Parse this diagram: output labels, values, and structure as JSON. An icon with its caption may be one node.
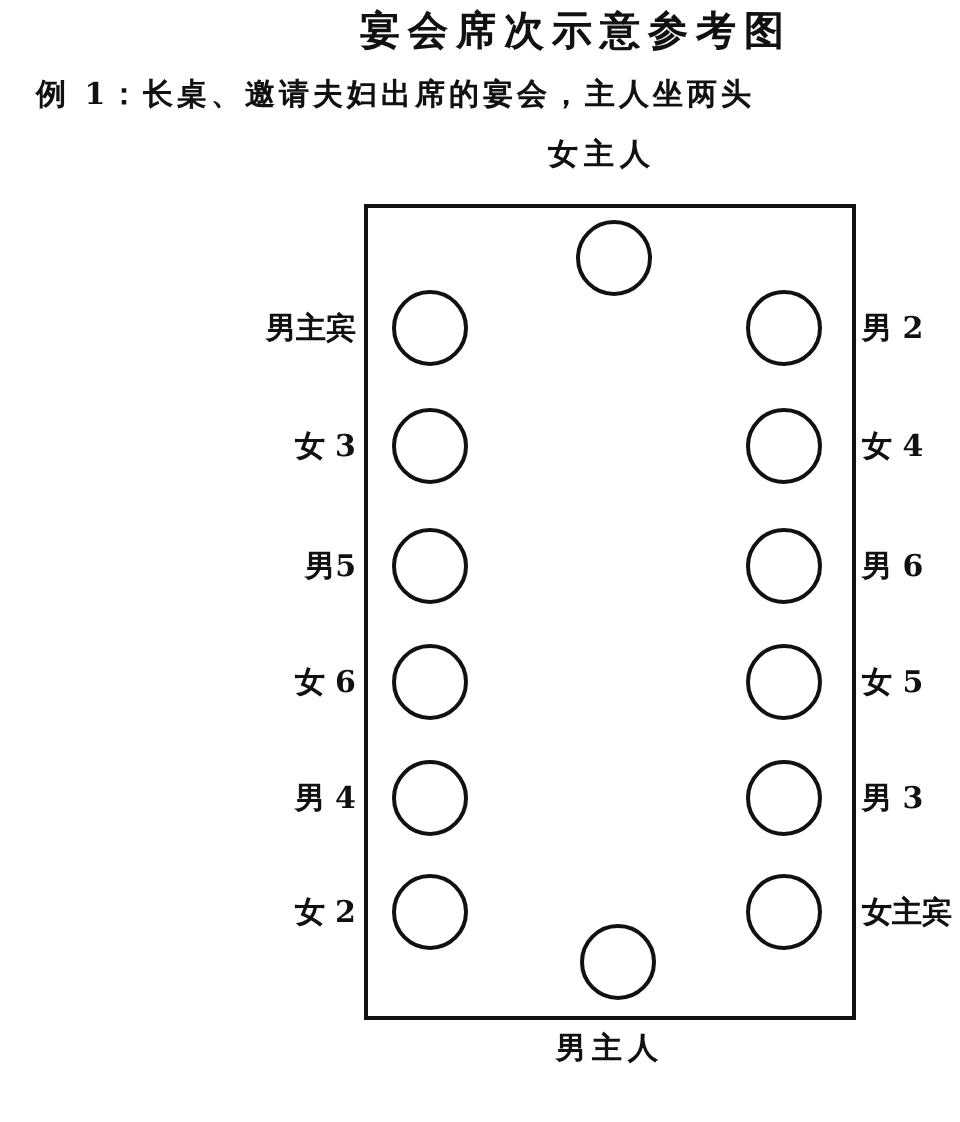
{
  "diagram": {
    "title": "宴会席次示意参考图",
    "nodes": [
      {
        "text": [],
        "shape": "box"
      },
      {
        "text": [],
        "shape": "circle",
        "in": 0,
        "beside": [
          "女主人"
        ]
      },
      {
        "text": [],
        "shape": "circle",
        "in": 0,
        "beside": [
          "男主宾"
        ]
      },
      {
        "text": [],
        "shape": "circle",
        "in": 0,
        "beside": [
          "男 2"
        ]
      },
      {
        "text": [],
        "shape": "circle",
        "in": 0,
        "beside": [
          "女 3"
        ]
      },
      {
        "text": [],
        "shape": "circle",
        "in": 0,
        "beside": [
          "女 4"
        ]
      },
      {
        "text": [],
        "shape": "circle",
        "in": 0,
        "beside": [
          "男5"
        ]
      },
      {
        "text": [],
        "shape": "circle",
        "in": 0,
        "beside": [
          "男 6"
        ]
      },
      {
        "text": [],
        "shape": "circle",
        "in": 0,
        "beside": [
          "女 6"
        ]
      },
      {
        "text": [],
        "shape": "circle",
        "in": 0,
        "beside": [
          "女 5"
        ]
      },
      {
        "text": [],
        "shape": "circle",
        "in": 0,
        "beside": [
          "男 4"
        ]
      },
      {
        "text": [],
        "shape": "circle",
        "in": 0,
        "beside": [
          "男 3"
        ]
      },
      {
        "text": [],
        "shape": "circle",
        "in": 0,
        "beside": [
          "女 2"
        ]
      },
      {
        "text": [],
        "shape": "circle",
        "in": 0,
        "beside": [
          "女主宾"
        ]
      },
      {
        "text": [],
        "shape": "circle",
        "in": 0,
        "beside": [
          "男主人"
        ]
      }
    ],
    "edges": [],
    "labels": [
      "例 1：长桌、邀请夫妇出席的宴会，主人坐两头"
    ]
  }
}
